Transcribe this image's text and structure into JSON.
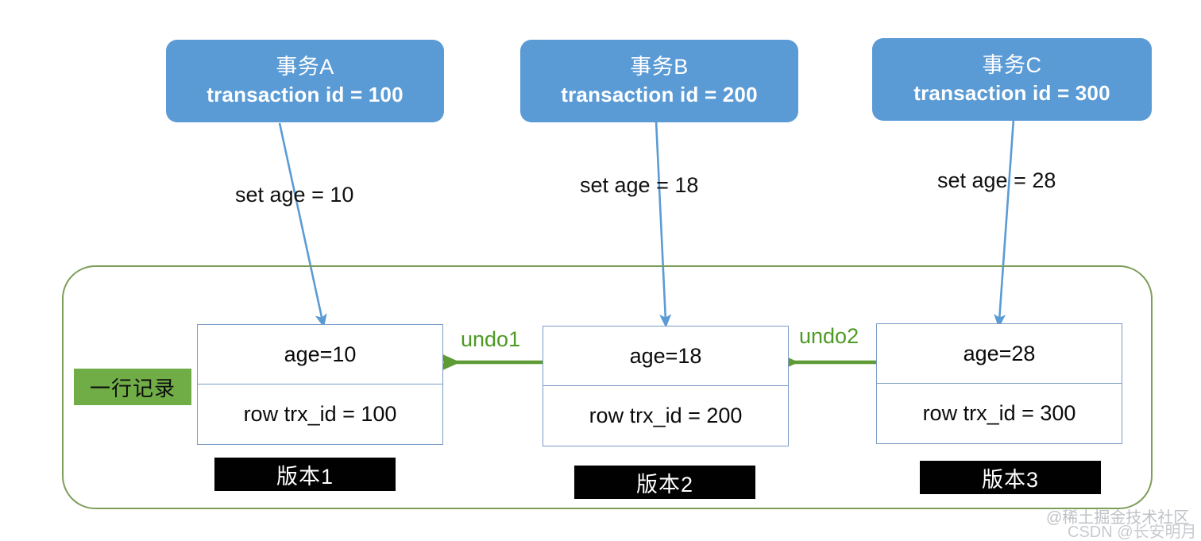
{
  "diagram": {
    "title": "MySQL MVCC undo log version chain",
    "accent_blue": "#5b9bd5",
    "accent_green": "#70ad47",
    "undo_green": "#4d9a24",
    "container_border": "#7d9e5a",
    "box_border": "#7a9bc4"
  },
  "transactions": [
    {
      "name": "事务A",
      "id_text": "transaction id = 100"
    },
    {
      "name": "事务B",
      "id_text": "transaction id = 200"
    },
    {
      "name": "事务C",
      "id_text": "transaction id = 300"
    }
  ],
  "set_labels": [
    {
      "text": "set age = 10"
    },
    {
      "text": "set age = 18"
    },
    {
      "text": "set age = 28"
    }
  ],
  "row_record_tag": "一行记录",
  "versions": [
    {
      "age": "age=10",
      "trx": "row trx_id = 100",
      "label": "版本1"
    },
    {
      "age": "age=18",
      "trx": "row trx_id = 200",
      "label": "版本2"
    },
    {
      "age": "age=28",
      "trx": "row trx_id = 300",
      "label": "版本3"
    }
  ],
  "undo_links": [
    {
      "label": "undo1"
    },
    {
      "label": "undo2"
    }
  ],
  "watermarks": {
    "juejin": "@稀土掘金技术社区",
    "csdn": "CSDN @长安明月"
  }
}
